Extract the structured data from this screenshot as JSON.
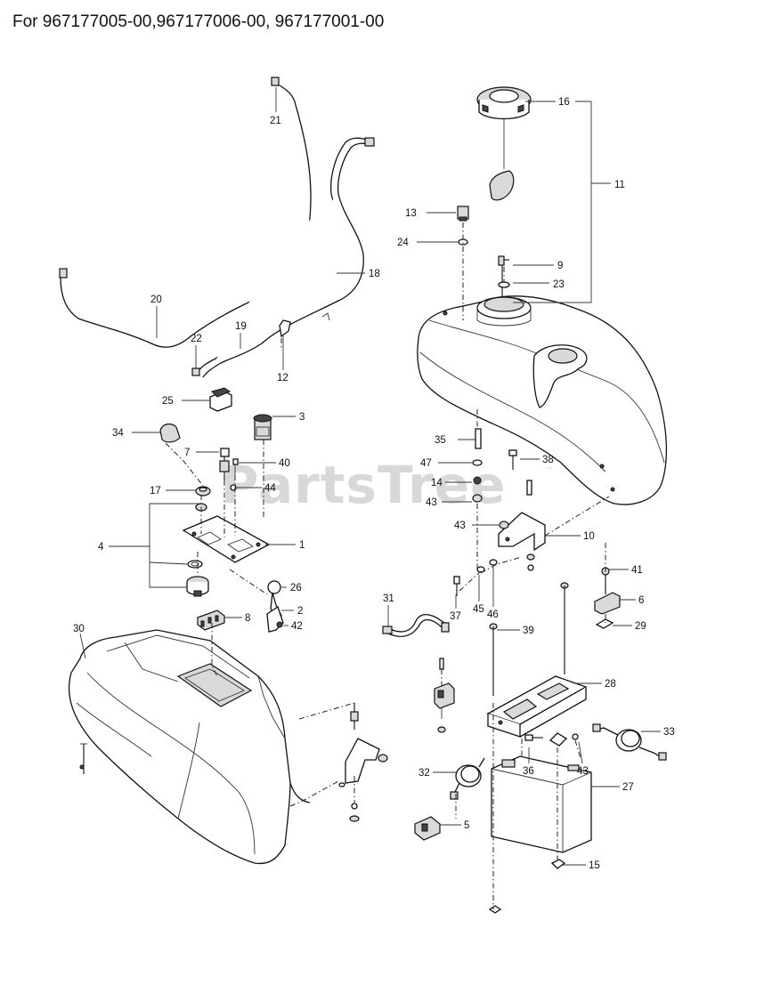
{
  "header": {
    "title": "For 967177005-00,967177006-00, 967177001-00"
  },
  "watermark": {
    "text": "PartsTree",
    "tm": "™"
  },
  "callouts": {
    "c1": "1",
    "c2": "2",
    "c3": "3",
    "c4": "4",
    "c5": "5",
    "c6": "6",
    "c7": "7",
    "c8": "8",
    "c9": "9",
    "c10": "10",
    "c11": "11",
    "c12": "12",
    "c13": "13",
    "c14": "14",
    "c15": "15",
    "c16": "16",
    "c17": "17",
    "c18": "18",
    "c19": "19",
    "c20": "20",
    "c21": "21",
    "c22": "22",
    "c23": "23",
    "c24": "24",
    "c25": "25",
    "c26": "26",
    "c27": "27",
    "c28": "28",
    "c29": "29",
    "c30": "30",
    "c31": "31",
    "c32": "32",
    "c33": "33",
    "c34": "34",
    "c35": "35",
    "c36": "36",
    "c37": "37",
    "c38": "38",
    "c39": "39",
    "c40": "40",
    "c41": "41",
    "c42": "42",
    "c43a": "43",
    "c43b": "43",
    "c43c": "43",
    "c44": "44",
    "c45": "45",
    "c46": "46",
    "c47": "47"
  }
}
